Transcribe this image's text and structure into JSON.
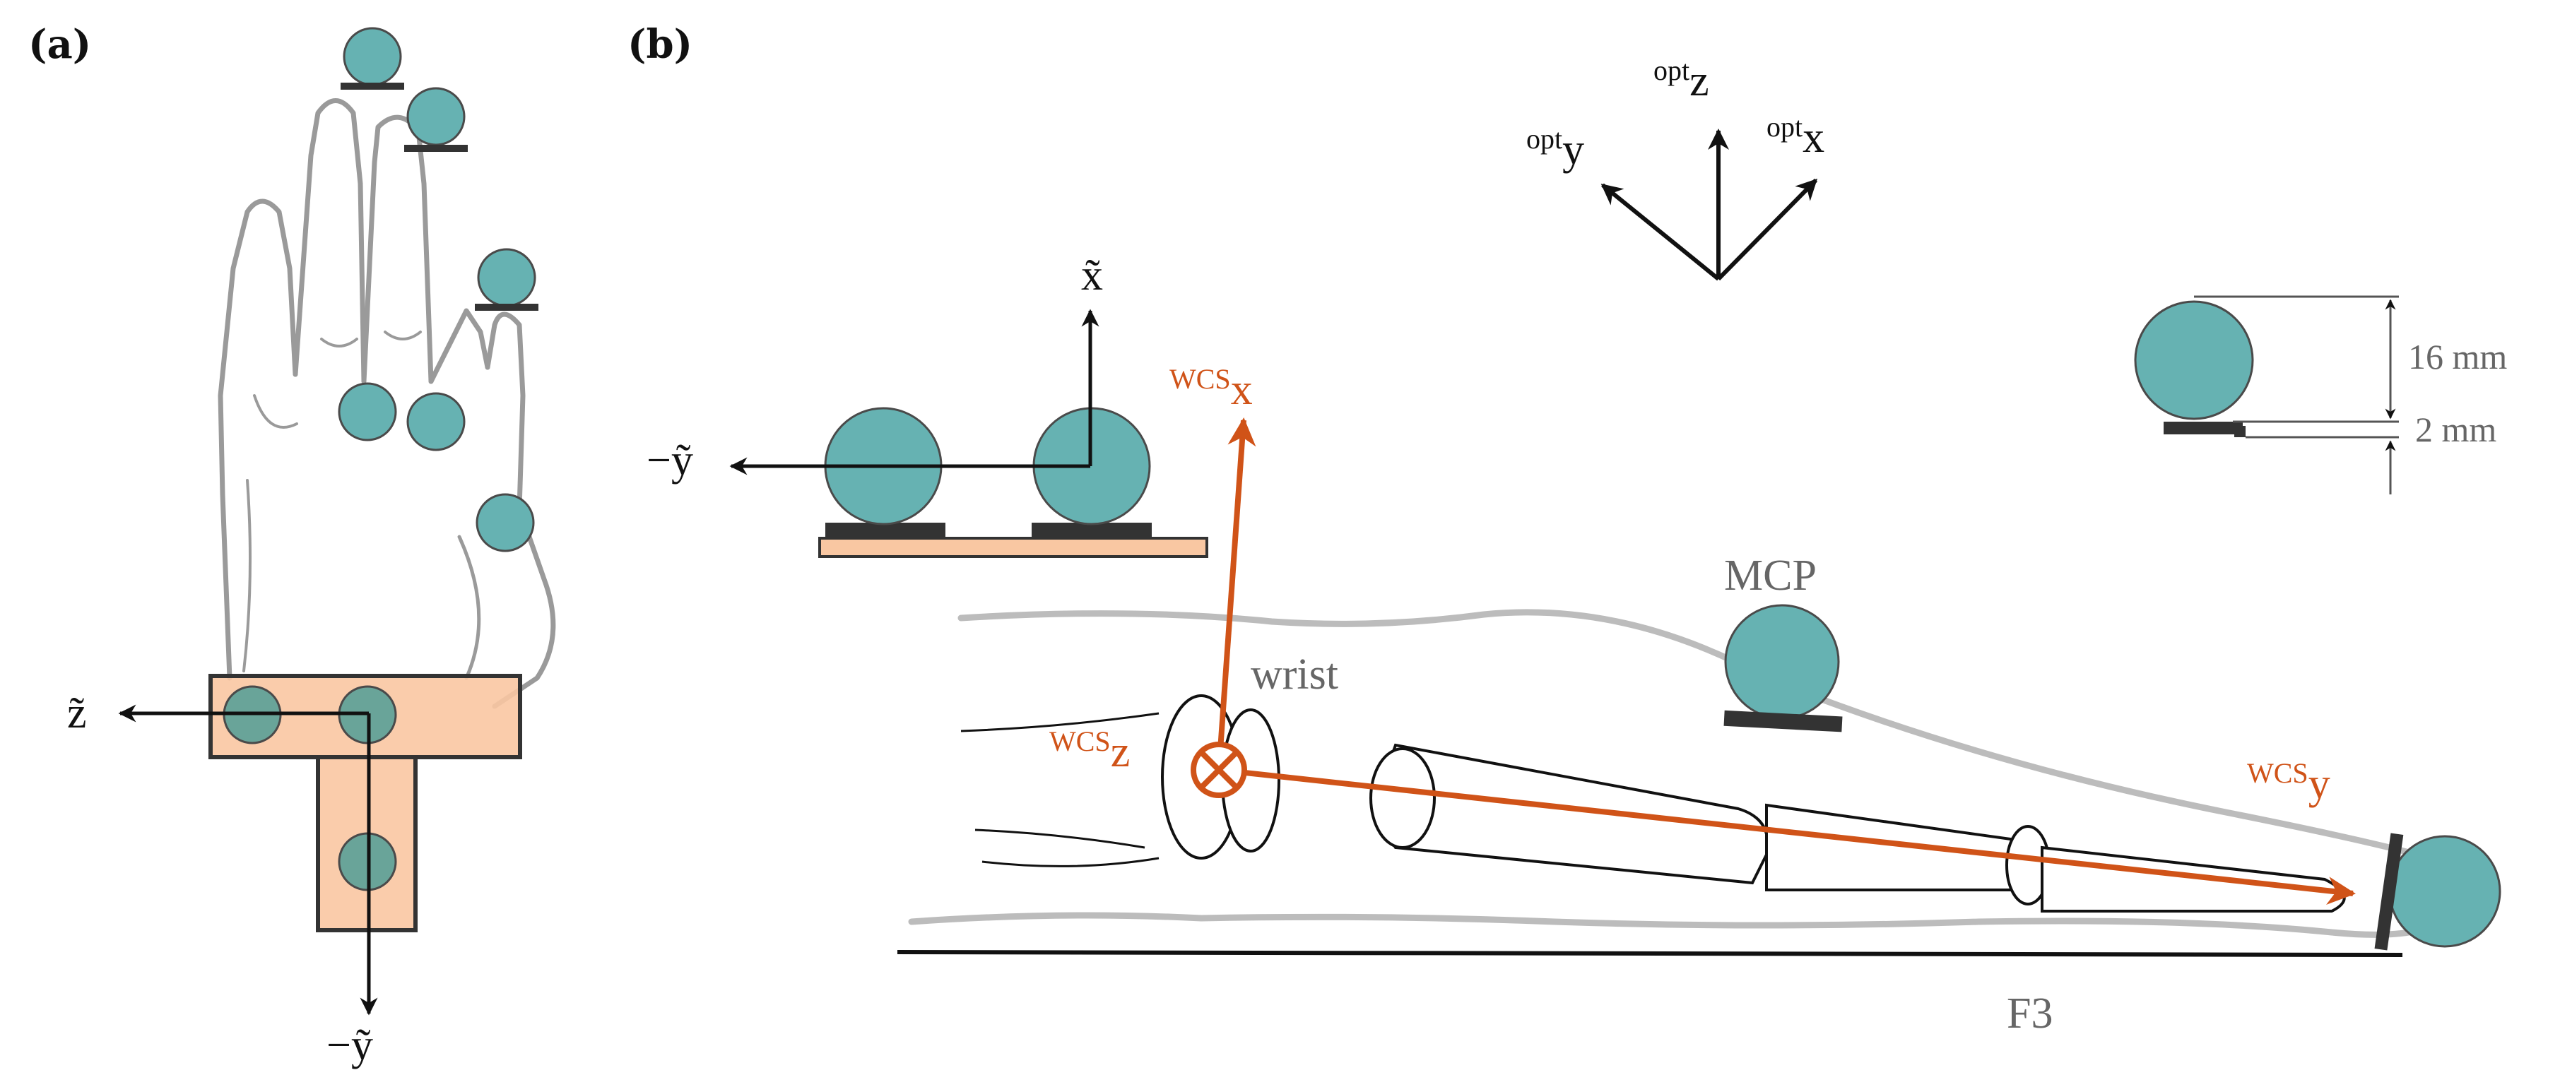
{
  "panels": {
    "a": "(a)",
    "b": "(b)"
  },
  "panel_a": {
    "axis_z": "z̃",
    "axis_neg_y": "−ỹ"
  },
  "panel_b": {
    "inset_axis_x": "x̃",
    "inset_axis_neg_y": "−ỹ",
    "opt_y_sup": "opt",
    "opt_y": "y",
    "opt_z_sup": "opt",
    "opt_z": "z",
    "opt_x_sup": "opt",
    "opt_x": "x",
    "wcs_x_sup": "WCS",
    "wcs_x": "x",
    "wcs_z_sup": "WCS",
    "wcs_z": "z",
    "wcs_y_sup": "WCS",
    "wcs_y": "y",
    "wrist": "wrist",
    "mcp": "MCP",
    "f3": "F3",
    "dim_16": "16 mm",
    "dim_2": "2 mm"
  },
  "colors": {
    "marker": "#66b2b2",
    "plate": "#f9c7a2",
    "orange": "#d05318",
    "gray": "#777777",
    "dark": "#333333"
  }
}
